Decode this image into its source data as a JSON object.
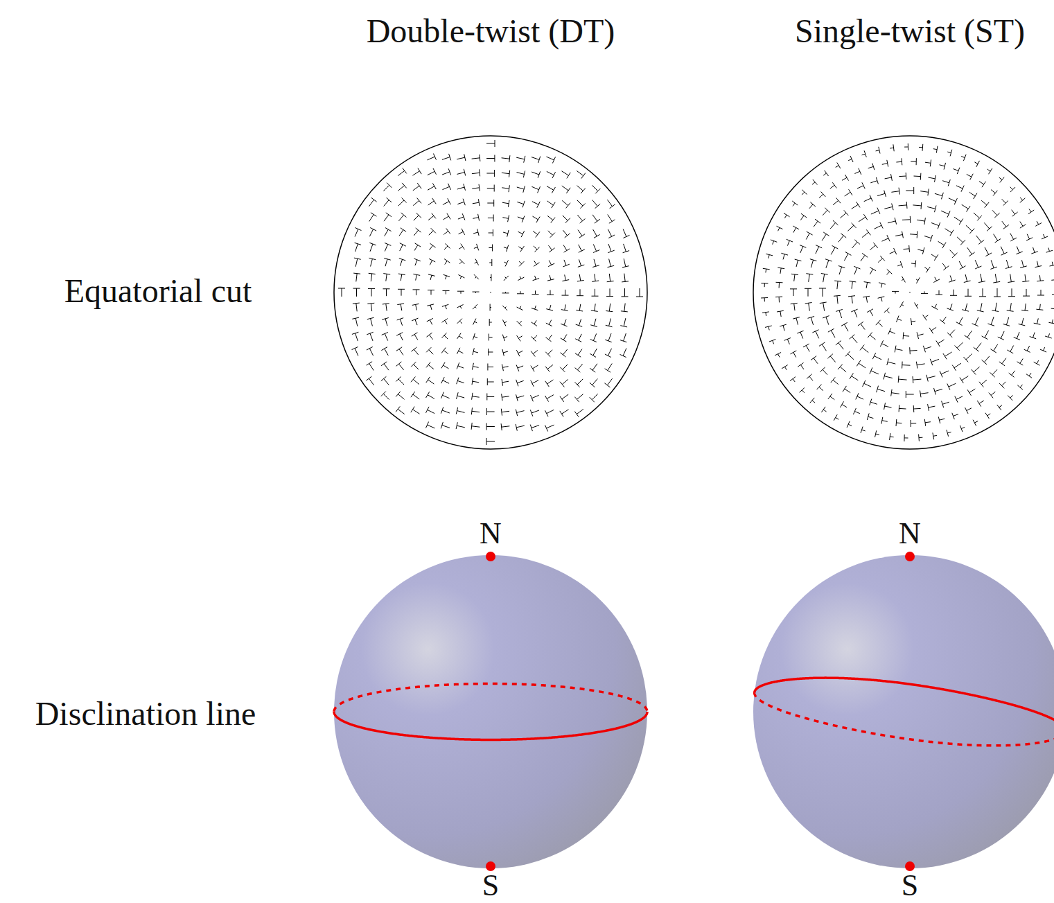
{
  "diagram": {
    "labels": [
      "Double-twist (DT)",
      "Single-twist (ST)",
      "Equatorial cut",
      "Disclination line",
      "N",
      "S",
      "N",
      "S"
    ]
  }
}
